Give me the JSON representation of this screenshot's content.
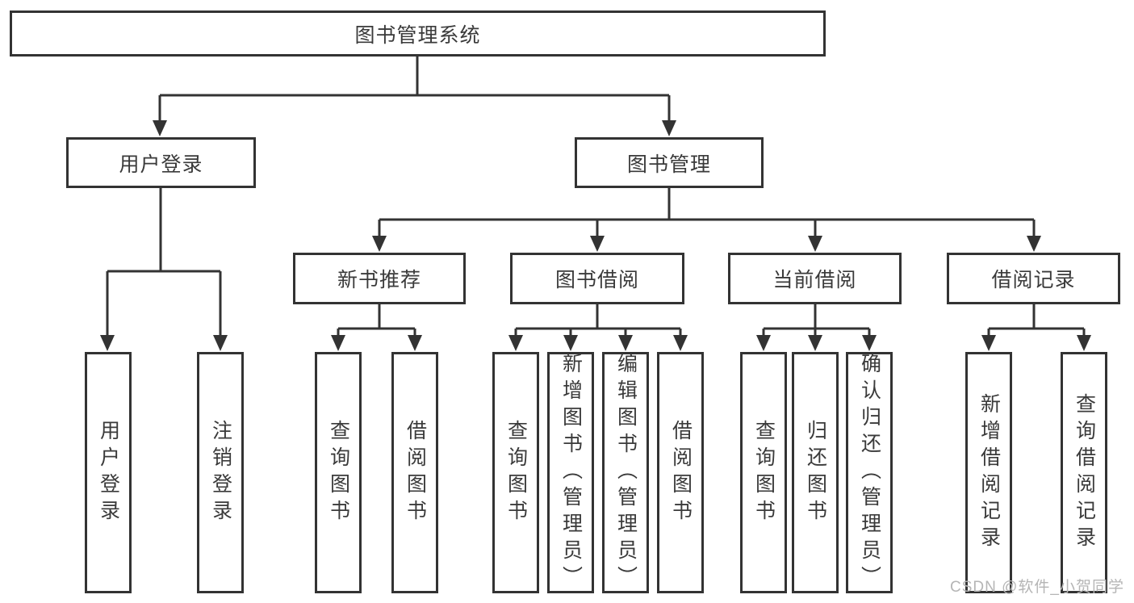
{
  "diagram": {
    "title": "图书管理系统",
    "branches": [
      {
        "label": "用户登录",
        "children": [
          {
            "label": "用户登录"
          },
          {
            "label": "注销登录"
          }
        ]
      },
      {
        "label": "图书管理",
        "groups": [
          {
            "label": "新书推荐",
            "children": [
              {
                "label": "查询图书"
              },
              {
                "label": "借阅图书"
              }
            ]
          },
          {
            "label": "图书借阅",
            "children": [
              {
                "label": "查询图书"
              },
              {
                "label": "新增图书（管理员）"
              },
              {
                "label": "编辑图书（管理员）"
              },
              {
                "label": "借阅图书"
              }
            ]
          },
          {
            "label": "当前借阅",
            "children": [
              {
                "label": "查询图书"
              },
              {
                "label": "归还图书"
              },
              {
                "label": "确认归还（管理员）"
              }
            ]
          },
          {
            "label": "借阅记录",
            "children": [
              {
                "label": "新增借阅记录"
              },
              {
                "label": "查询借阅记录"
              }
            ]
          }
        ]
      }
    ]
  },
  "watermark": {
    "text": "CSDN @软件_小贺同学"
  },
  "colors": {
    "line": "#333333",
    "text": "#3a3a3a",
    "watermark": "#b5b5b5",
    "background": "#ffffff"
  }
}
